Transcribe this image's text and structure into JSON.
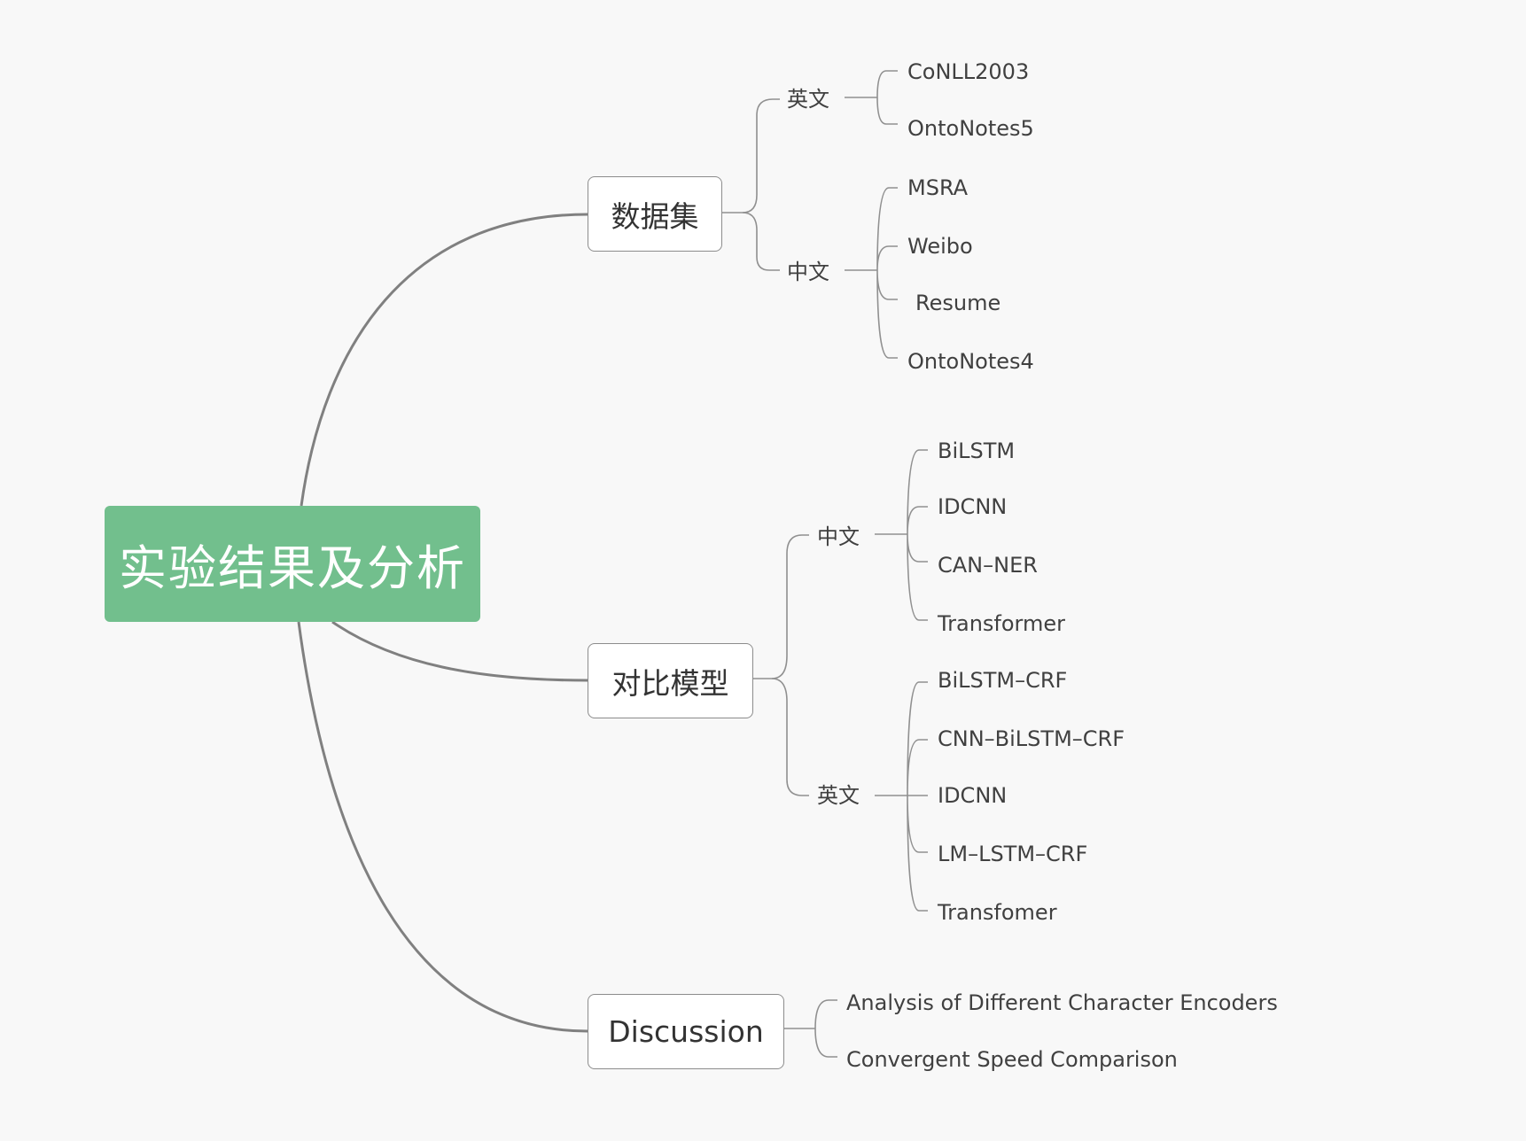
{
  "root": {
    "label": "实验结果及分析"
  },
  "branches": {
    "datasets": {
      "label": "数据集",
      "english": {
        "label": "英文",
        "items": [
          "CoNLL2003",
          "OntoNotes5"
        ]
      },
      "chinese": {
        "label": "中文",
        "items": [
          "MSRA",
          "Weibo",
          "Resume",
          "OntoNotes4"
        ]
      }
    },
    "models": {
      "label": "对比模型",
      "chinese": {
        "label": "中文",
        "items": [
          "BiLSTM",
          "IDCNN",
          "CAN–NER",
          "Transformer"
        ]
      },
      "english": {
        "label": "英文",
        "items": [
          "BiLSTM–CRF",
          "CNN–BiLSTM–CRF",
          "IDCNN",
          "LM–LSTM–CRF",
          "Transfomer"
        ]
      }
    },
    "discussion": {
      "label": "Discussion",
      "items": [
        "Analysis of Different Character Encoders",
        "Convergent Speed Comparison"
      ]
    }
  },
  "colors": {
    "root_fill": "#72bf8d",
    "connector": "#808080",
    "background": "#f8f8f8"
  }
}
